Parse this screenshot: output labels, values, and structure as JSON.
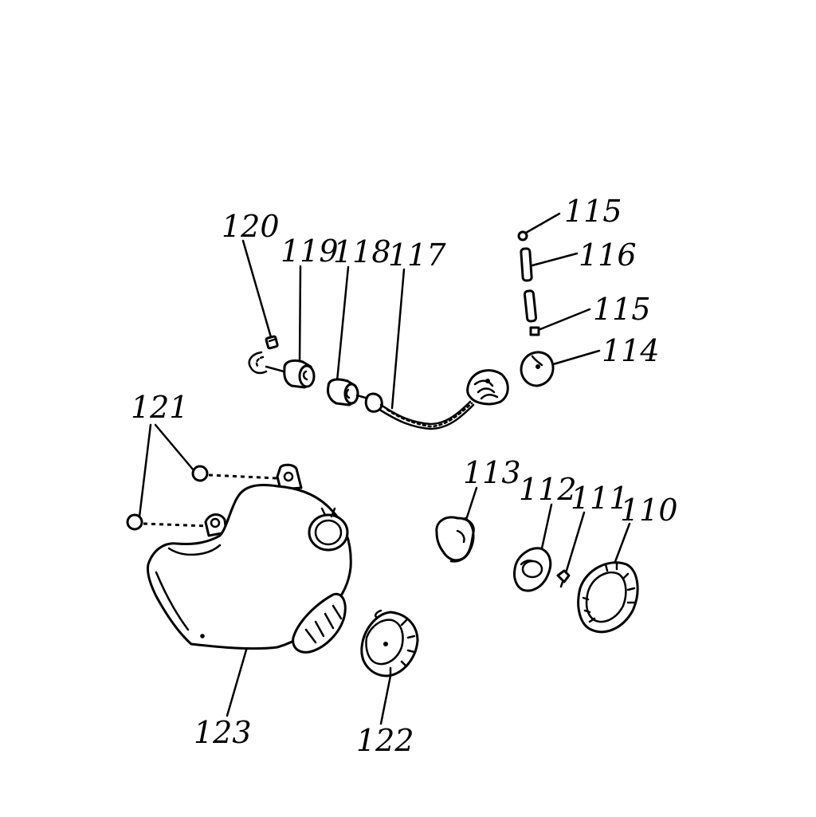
{
  "labels": {
    "p110": "110",
    "p111": "111",
    "p112": "112",
    "p113": "113",
    "p114": "114",
    "p115a": "115",
    "p115b": "115",
    "p116": "116",
    "p117": "117",
    "p118": "118",
    "p119": "119",
    "p120": "120",
    "p121": "121",
    "p122": "122",
    "p123": "123"
  }
}
